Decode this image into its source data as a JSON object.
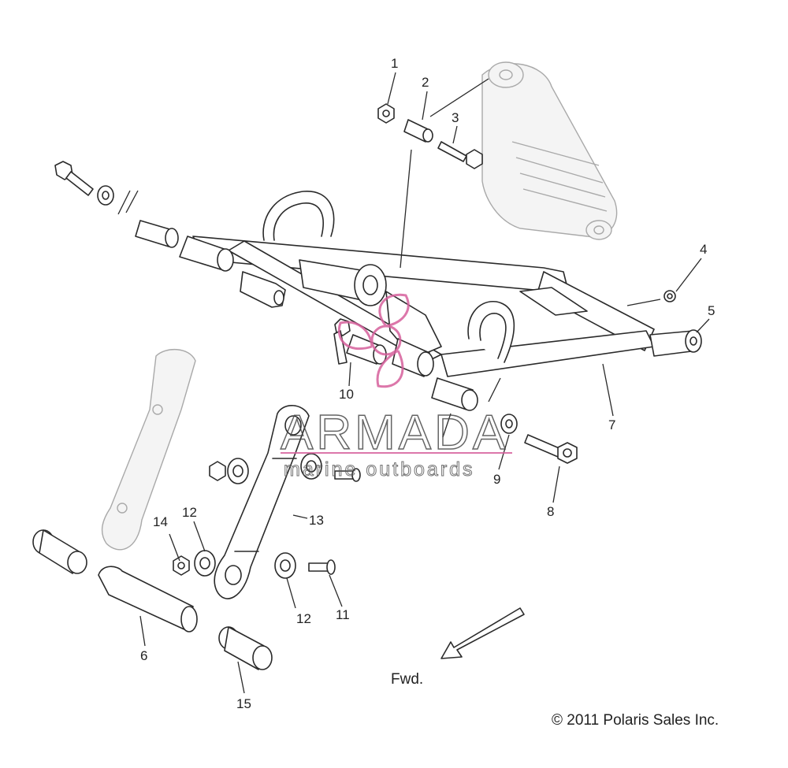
{
  "callouts": [
    "1",
    "2",
    "3",
    "4",
    "5",
    "6",
    "7",
    "8",
    "9",
    "10",
    "11",
    "12",
    "12",
    "13",
    "14",
    "15"
  ],
  "direction_label": "Fwd.",
  "copyright": "© 2011 Polaris Sales Inc.",
  "watermark": {
    "title": "ARMADA",
    "subtitle": "marine outboards",
    "accent_color": "#d6609c",
    "logo_icon": "propeller-logo-icon"
  },
  "colors": {
    "line": "#2a2a2a",
    "ghost": "#a9a9a9",
    "background": "#ffffff"
  }
}
